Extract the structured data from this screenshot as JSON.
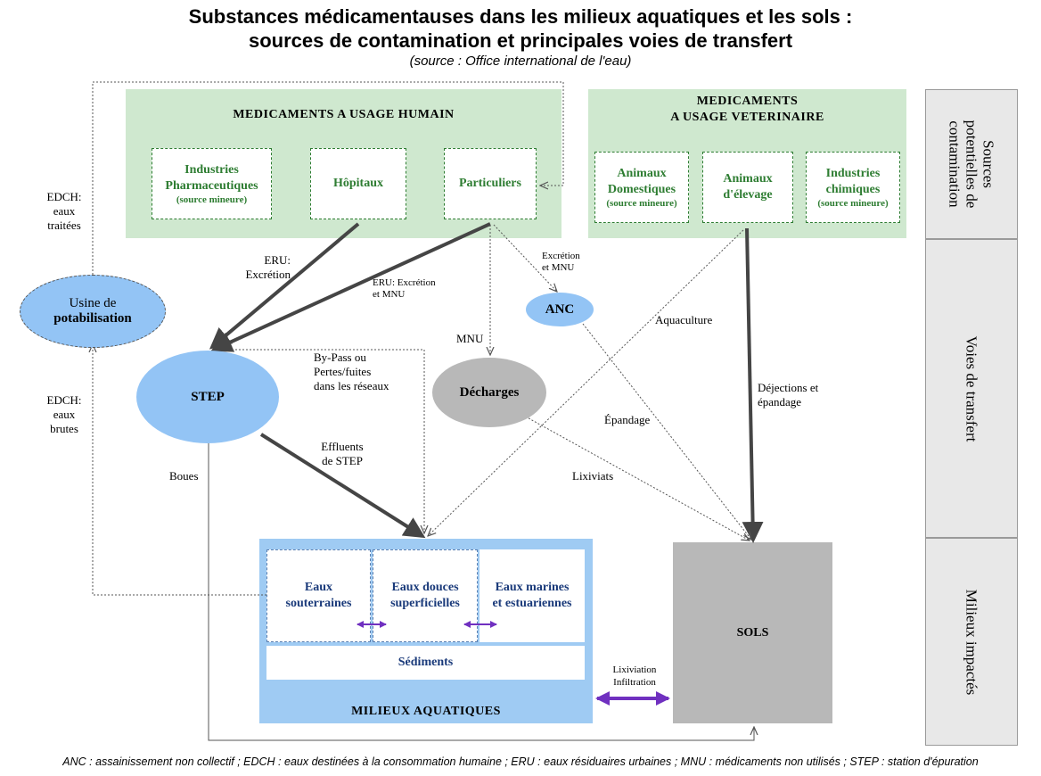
{
  "header": {
    "title_line1": "Substances médicamentauses dans les milieux aquatiques et les sols :",
    "title_line2": "sources de contamination et principales voies de transfert",
    "source": "(source : Office international de l'eau)"
  },
  "human_panel": {
    "title": "MEDICAMENTS A USAGE HUMAIN",
    "sources": [
      {
        "line1": "Industries",
        "line2": "Pharmaceutiques",
        "note": "(source mineure)"
      },
      {
        "line1": "Hôpitaux",
        "line2": "",
        "note": ""
      },
      {
        "line1": "Particuliers",
        "line2": "",
        "note": ""
      }
    ]
  },
  "vet_panel": {
    "title_line1": "MEDICAMENTS",
    "title_line2": "A USAGE VETERINAIRE",
    "sources": [
      {
        "line1": "Animaux",
        "line2": "Domestiques",
        "note": "(source mineure)"
      },
      {
        "line1": "Animaux",
        "line2": "d'élevage",
        "note": ""
      },
      {
        "line1": "Industries",
        "line2": "chimiques",
        "note": "(source mineure)"
      }
    ]
  },
  "nodes": {
    "usine_line1": "Usine de",
    "usine_line2": "potabilisation",
    "step": "STEP",
    "decharges": "Décharges",
    "anc": "ANC"
  },
  "flows": {
    "edch_traitees": [
      "EDCH:",
      "eaux",
      "traitées"
    ],
    "edch_brutes": [
      "EDCH:",
      "eaux",
      "brutes"
    ],
    "eru_excretion": [
      "ERU:",
      "Excrétion"
    ],
    "eru_excretion_mnu": [
      "ERU: Excrétion",
      "et MNU"
    ],
    "excretion_mnu": [
      "Excrétion",
      "et MNU"
    ],
    "mnu": "MNU",
    "bypass": [
      "By-Pass ou",
      "Pertes/fuites",
      "dans les réseaux"
    ],
    "effluents": [
      "Effluents",
      "de STEP"
    ],
    "boues": "Boues",
    "aquaculture": "Aquaculture",
    "epandage": "Épandage",
    "lixiviats": "Lixiviats",
    "dejections": [
      "Déjections et",
      "épandage"
    ],
    "lixiviation": [
      "Lixiviation",
      "Infiltration"
    ]
  },
  "aquatic": {
    "title": "MILIEUX AQUATIQUES",
    "waters": [
      {
        "line1": "Eaux",
        "line2": "souterraines"
      },
      {
        "line1": "Eaux douces",
        "line2": "superficielles"
      },
      {
        "line1": "Eaux marines",
        "line2": "et estuariennes"
      }
    ],
    "sediments": "Sédiments"
  },
  "soils": {
    "label": "SOLS"
  },
  "side_bands": [
    {
      "line1": "Sources",
      "line2": "potentielles de",
      "line3": "contamination"
    },
    {
      "line1": "Voies de transfert",
      "line2": "",
      "line3": ""
    },
    {
      "line1": "Milieux impactés",
      "line2": "",
      "line3": ""
    }
  ],
  "footer": "ANC : assainissement non collectif ; EDCH : eaux destinées à la consommation humaine ; ERU : eaux résiduaires urbaines ; MNU : médicaments non utilisés ; STEP : station d'épuration",
  "colors": {
    "green_panel": "#cfe8cf",
    "green_text": "#2e7d32",
    "blue_node": "#93c4f5",
    "aqua_panel": "#9fcbf3",
    "grey_node": "#b8b8b8",
    "purple_arrow": "#7030c0",
    "dark_arrow": "#454545"
  }
}
